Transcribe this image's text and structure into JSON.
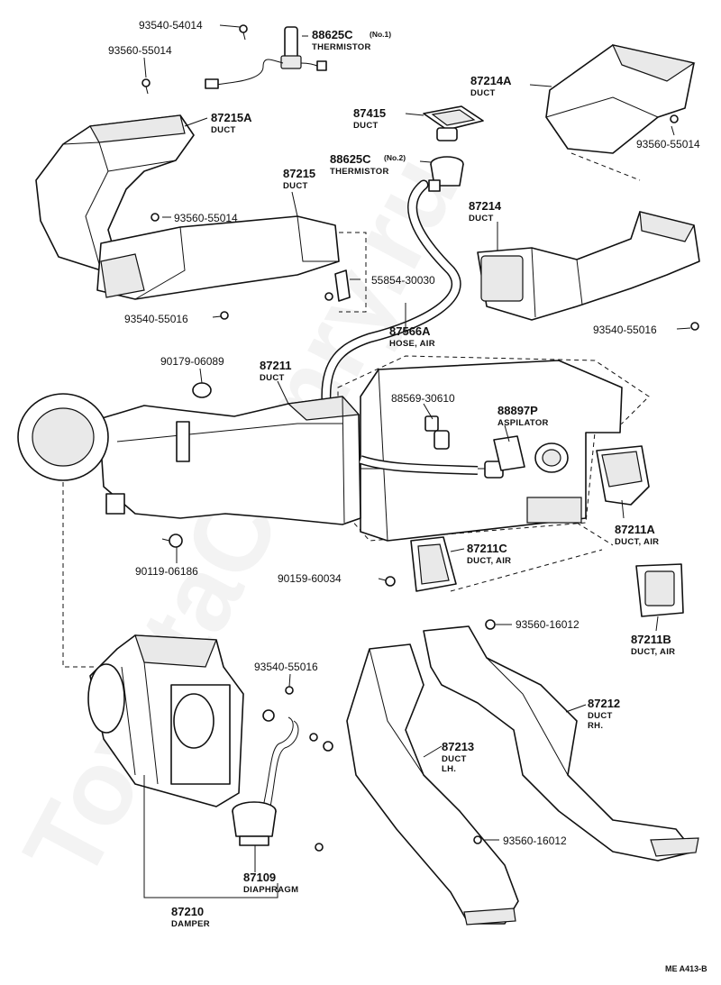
{
  "watermark": "ToyotaCamry.ru",
  "footer_code": "ME A413-B",
  "labels": {
    "l93540_54014": {
      "pn": "93540-54014"
    },
    "l93560_55014_a": {
      "pn": "93560-55014"
    },
    "l88625c_1": {
      "pn": "88625C",
      "suffix": "(No.1)",
      "name": "THERMISTOR"
    },
    "l87215a": {
      "pn": "87215A",
      "name": "DUCT"
    },
    "l87214a": {
      "pn": "87214A",
      "name": "DUCT"
    },
    "l87415": {
      "pn": "87415",
      "name": "DUCT"
    },
    "l93560_55014_b": {
      "pn": "93560-55014"
    },
    "l88625c_2": {
      "pn": "88625C",
      "suffix": "(No.2)",
      "name": "THERMISTOR"
    },
    "l87215": {
      "pn": "87215",
      "name": "DUCT"
    },
    "l93560_55014_c": {
      "pn": "93560-55014"
    },
    "l87214": {
      "pn": "87214",
      "name": "DUCT"
    },
    "l55854_30030": {
      "pn": "55854-30030"
    },
    "l93540_55016_a": {
      "pn": "93540-55016"
    },
    "l87566a": {
      "pn": "87566A",
      "name": "HOSE, AIR"
    },
    "l93540_55016_b": {
      "pn": "93540-55016"
    },
    "l90179_06089": {
      "pn": "90179-06089"
    },
    "l87211": {
      "pn": "87211",
      "name": "DUCT"
    },
    "l88569_30610": {
      "pn": "88569-30610"
    },
    "l88897p": {
      "pn": "88897P",
      "name": "ASPILATOR"
    },
    "l87211a": {
      "pn": "87211A",
      "name": "DUCT, AIR"
    },
    "l90119_06186": {
      "pn": "90119-06186"
    },
    "l87211c": {
      "pn": "87211C",
      "name": "DUCT, AIR"
    },
    "l90159_60034": {
      "pn": "90159-60034"
    },
    "l87211b": {
      "pn": "87211B",
      "name": "DUCT, AIR"
    },
    "l93560_16012_a": {
      "pn": "93560-16012"
    },
    "l93540_55016_c": {
      "pn": "93540-55016"
    },
    "l87212": {
      "pn": "87212",
      "name": "DUCT",
      "name2": "RH."
    },
    "l87213": {
      "pn": "87213",
      "name": "DUCT",
      "name2": "LH."
    },
    "l93560_16012_b": {
      "pn": "93560-16012"
    },
    "l87109": {
      "pn": "87109",
      "name": "DIAPHRAGM"
    },
    "l87210": {
      "pn": "87210",
      "name": "DAMPER"
    }
  }
}
